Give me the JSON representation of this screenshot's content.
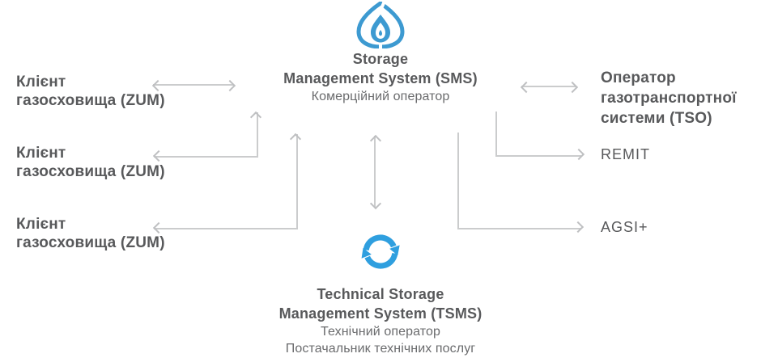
{
  "colors": {
    "logo_blue": "#3D9AD1",
    "sync_blue": "#2F9FDF",
    "text_primary": "#58595B",
    "text_secondary": "#6A6B6D",
    "connector_gray": "#CBCCCD"
  },
  "sms": {
    "icon": "gas-flame-logo-icon",
    "title_line1": "Storage",
    "title_line2": "Management System (SMS)",
    "subtitle": "Комерційний оператор"
  },
  "tsms": {
    "icon": "sync-arrows-icon",
    "title_line1": "Technical Storage",
    "title_line2": "Management System (TSMS)",
    "subtitle_line1": "Технічний оператор",
    "subtitle_line2": "Постачальник технічних послуг"
  },
  "clients": [
    {
      "line1": "Клієнт",
      "line2": "газосховища (ZUM)"
    },
    {
      "line1": "Клієнт",
      "line2": "газосховища (ZUM)"
    },
    {
      "line1": "Клієнт",
      "line2": "газосховища (ZUM)"
    }
  ],
  "tso": {
    "line1": "Оператор",
    "line2": "газотранспортної",
    "line3": "системи (TSO)"
  },
  "remit_label": "REMIT",
  "agsi_label": "AGSI+"
}
